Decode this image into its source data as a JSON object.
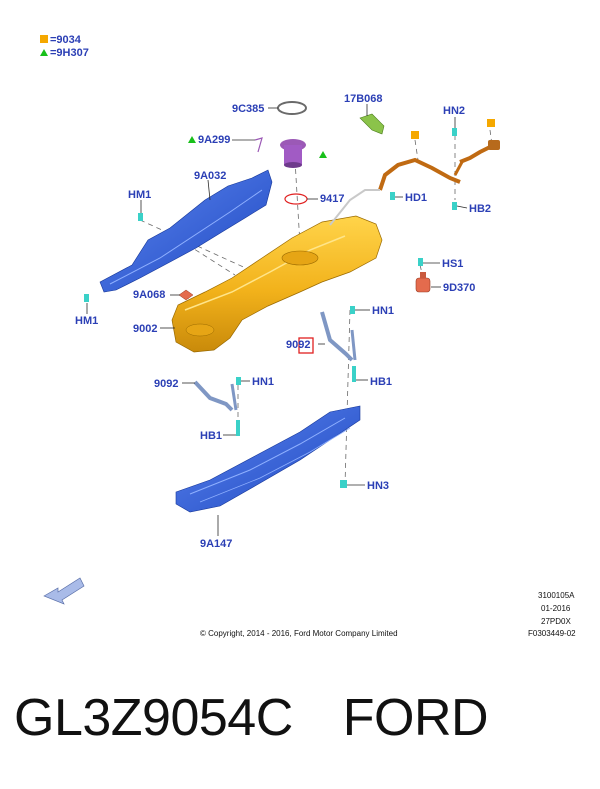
{
  "legend": [
    {
      "symbol": "square",
      "color": "#f5a800",
      "text": "=9034"
    },
    {
      "symbol": "triangle",
      "color": "#18c01a",
      "text": "=9H307"
    }
  ],
  "callouts": {
    "c9C385": "9C385",
    "c17B068": "17B068",
    "cHN2": "HN2",
    "c9A299": "9A299",
    "c9A032": "9A032",
    "cHM1_top": "HM1",
    "c9417": "9417",
    "cHD1": "HD1",
    "cHB2": "HB2",
    "cHS1": "HS1",
    "c9D370": "9D370",
    "c9A068": "9A068",
    "cHM1_bottom": "HM1",
    "c9002": "9002",
    "cHN1_right": "HN1",
    "c9092_right": "9092",
    "cHB1_right": "HB1",
    "c9092_left": "9092",
    "cHN1_left": "HN1",
    "cHB1_left": "HB1",
    "cHN3": "HN3",
    "c9A147": "9A147"
  },
  "colors": {
    "callout_text": "#2b3fb5",
    "tank": "#f2b21b",
    "shield": "#2f5fd8",
    "highlight_box": "#e02020",
    "fastener": "#3ad1c8"
  },
  "footer": {
    "ref_code": "3100105A",
    "date": "01-2016",
    "model_code": "27PD0X",
    "figure_id": "F0303449-02",
    "copyright": "© Copyright, 2014 - 2016, Ford Motor Company Limited"
  },
  "part_number": "GL3Z9054C",
  "brand": "FORD"
}
